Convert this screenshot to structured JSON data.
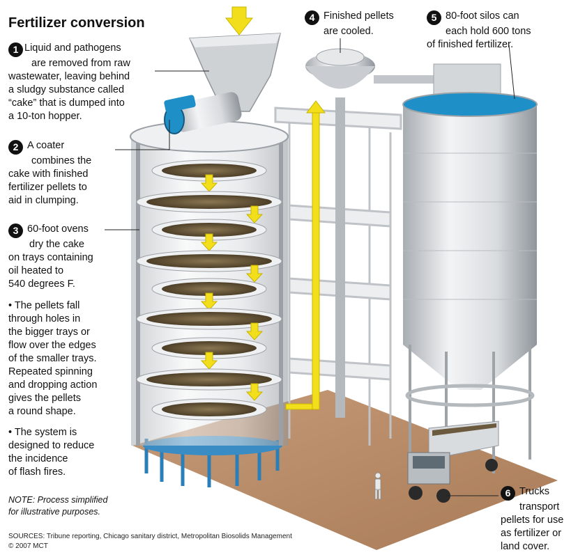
{
  "title": "Fertilizer conversion",
  "steps": [
    {
      "num": "1",
      "lines": [
        "Liquid and pathogens",
        "are removed from raw",
        "wastewater, leaving behind",
        "a sludgy substance called",
        "“cake” that is dumped into",
        "a 10-ton hopper."
      ]
    },
    {
      "num": "2",
      "lines": [
        "A coater",
        "combines the",
        "cake with finished",
        "fertilizer pellets to",
        "aid in clumping."
      ]
    },
    {
      "num": "3",
      "lines": [
        "60-foot ovens",
        "dry the cake",
        "on trays containing",
        "oil heated to",
        "540 degrees F."
      ]
    },
    {
      "num": "4",
      "lines": [
        "Finished pellets",
        "are cooled."
      ]
    },
    {
      "num": "5",
      "lines": [
        "80-foot silos can",
        "each hold 600 tons",
        "of finished fertilizer."
      ]
    },
    {
      "num": "6",
      "lines": [
        "Trucks",
        "transport",
        "pellets for use",
        "as fertilizer or",
        "land cover."
      ]
    }
  ],
  "bullets": [
    {
      "lines": [
        "The pellets fall",
        "through holes in",
        "the bigger trays or",
        "flow over the edges",
        "of the smaller trays.",
        "Repeated spinning",
        "and dropping action",
        "gives the pellets",
        "a round shape."
      ]
    },
    {
      "lines": [
        "The system is",
        "designed to reduce",
        "the incidence",
        "of flash fires."
      ]
    }
  ],
  "note": [
    "NOTE: Process simplified",
    "for illustrative purposes."
  ],
  "sources": [
    "SOURCES: Tribune reporting, Chicago sanitary district, Metropolitan Biosolids Management",
    "© 2007 MCT"
  ],
  "colors": {
    "arrow_yellow": "#f2de1b",
    "silo_top_blue": "#1f8fc8",
    "legs_blue": "#2a7fb8",
    "floor_brown": "#b58a66",
    "metal_light": "#e6e8ea",
    "metal_dark": "#9ea3a8"
  }
}
